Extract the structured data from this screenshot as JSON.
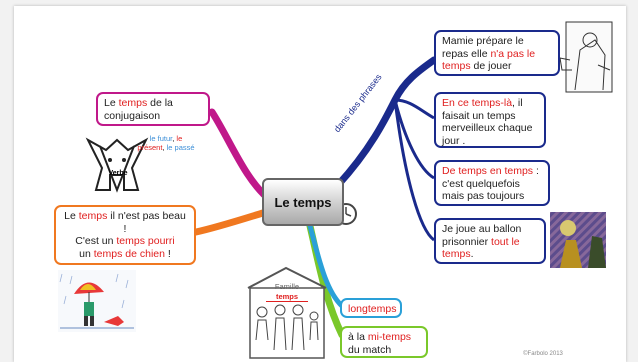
{
  "center": {
    "title": "Le temps"
  },
  "branch_label": "dans des phrases",
  "nodes": {
    "conjugaison": {
      "pre": "Le ",
      "red": "temps",
      "post": " de la conjugaison"
    },
    "verbe_sign": "Verbe",
    "tenses": {
      "futur": "le futur",
      "sep1": ", ",
      "le": "le",
      "present": "présent",
      "sep2": ", ",
      "passe": "le passé"
    },
    "pourri": {
      "l1_pre": "Le ",
      "l1_red": "temps",
      "l1_post": " il n'est pas beau !",
      "l2_pre": "C'est un ",
      "l2_red": "temps pourri",
      "l3_pre": "un ",
      "l3_red": "temps de chien",
      "l3_post": " !"
    },
    "mamie": {
      "pre": "Mamie prépare le repas elle ",
      "red": "n'a pas le temps",
      "post": " de jouer"
    },
    "cetemps": {
      "red": "En ce temps-là",
      "post": ", il faisait un temps merveilleux chaque jour ."
    },
    "detemps": {
      "red": "De temps en temps",
      "post": " : c'est quelquefois mais pas toujours"
    },
    "ballon": {
      "pre": "Je joue au ballon prisonnier ",
      "red": "tout le temps",
      "post": "."
    },
    "longtemps": {
      "text": "longtemps"
    },
    "mitemps": {
      "pre": "à la ",
      "red": "mi-temps",
      "post": " du match"
    },
    "famille": {
      "caption": "Famille",
      "word": "temps"
    }
  },
  "credit": "©Farbolo 2013",
  "colors": {
    "purple": "#c0188a",
    "orange": "#f07820",
    "navy": "#1a2a8c",
    "green": "#7ac82a",
    "cyan": "#2aa0d8",
    "red_text": "#e02020",
    "tense_blue": "#3c8fd8",
    "tense_red": "#e02020",
    "tense_purple": "#b040c0"
  },
  "icons": [
    "verbe-character-icon",
    "clock-icon",
    "grandma-cooking-illustration",
    "ball-game-photo",
    "rain-umbrella-illustration",
    "family-house-illustration"
  ]
}
